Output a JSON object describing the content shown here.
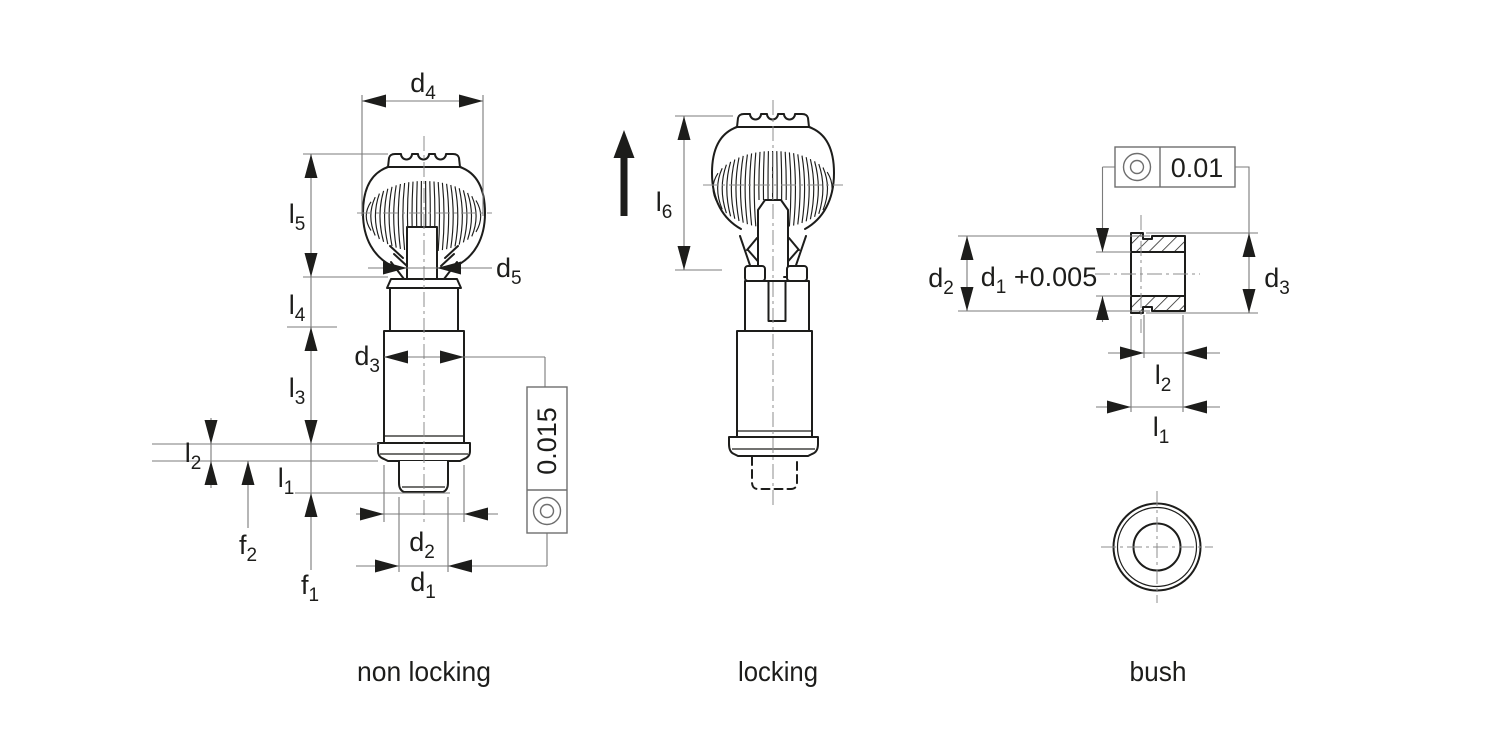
{
  "drawing": {
    "background": "#ffffff",
    "line_color": "#1d1d1b",
    "dim_line_color": "#7b7b7b"
  },
  "figures": {
    "non_locking": {
      "caption": "non locking",
      "tolerance_value": "0.015",
      "tolerance_symbol": "concentricity",
      "labels": {
        "d4": {
          "m": "d",
          "s": "4"
        },
        "d5": {
          "m": "d",
          "s": "5"
        },
        "d3": {
          "m": "d",
          "s": "3"
        },
        "d2": {
          "m": "d",
          "s": "2"
        },
        "d1": {
          "m": "d",
          "s": "1"
        },
        "l5": {
          "m": "l",
          "s": "5"
        },
        "l4": {
          "m": "l",
          "s": "4"
        },
        "l3": {
          "m": "l",
          "s": "3"
        },
        "l2": {
          "m": "l",
          "s": "2"
        },
        "l1": {
          "m": "l",
          "s": "1"
        },
        "f2": {
          "m": "f",
          "s": "2"
        },
        "f1": {
          "m": "f",
          "s": "1"
        }
      }
    },
    "locking": {
      "caption": "locking",
      "labels": {
        "l6": {
          "m": "l",
          "s": "6"
        }
      }
    },
    "bush": {
      "caption": "bush",
      "tolerance_value": "0.01",
      "tolerance_symbol": "concentricity",
      "labels": {
        "d2": {
          "m": "d",
          "s": "2"
        },
        "d1": {
          "m": "d",
          "s": "1",
          "suffix": " +0.005"
        },
        "d3": {
          "m": "d",
          "s": "3"
        },
        "l2": {
          "m": "l",
          "s": "2"
        },
        "l1": {
          "m": "l",
          "s": "1"
        }
      }
    }
  }
}
